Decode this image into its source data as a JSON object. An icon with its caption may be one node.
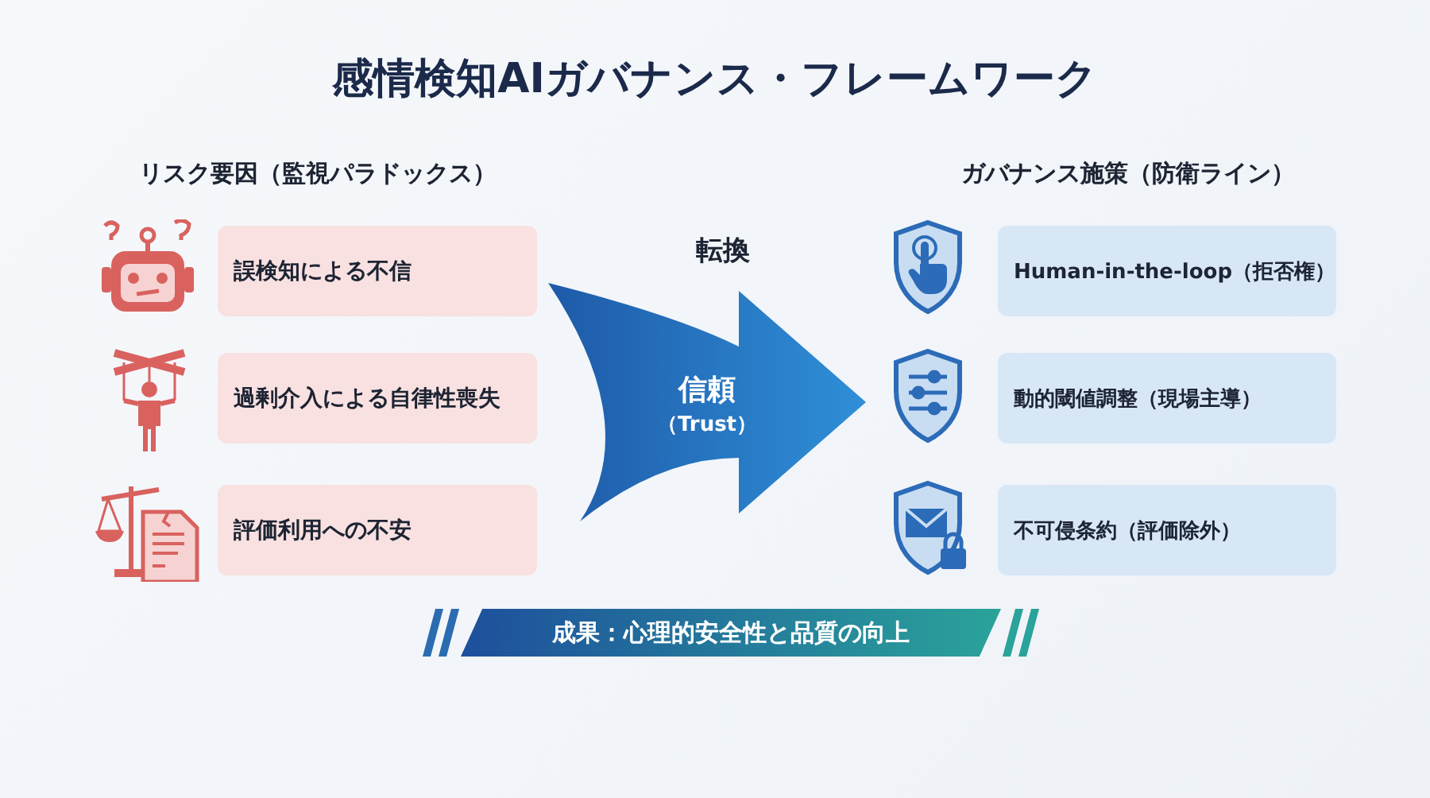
{
  "diagram": {
    "title": "感情検知AIガバナンス・フレームワーク",
    "nodes": [
      {
        "text": [
          "誤検知による不信"
        ]
      },
      {
        "text": [
          "過剰介入による自律性喪失"
        ]
      },
      {
        "text": [
          "評価利用への不安"
        ]
      },
      {
        "text": [
          "信頼",
          "（Trust）"
        ],
        "beside": [
          "転換"
        ]
      },
      {
        "text": [
          "Human-in-the-loop（拒否権）"
        ]
      },
      {
        "text": [
          "動的閾値調整（現場主導）"
        ]
      },
      {
        "text": [
          "不可侵条約（評価除外）"
        ]
      },
      {
        "text": [
          "成果：心理的安全性と品質の向上"
        ]
      }
    ],
    "labels": [
      "リスク要因（監視パラドックス）",
      "ガバナンス施策（防衛ライン）"
    ]
  }
}
